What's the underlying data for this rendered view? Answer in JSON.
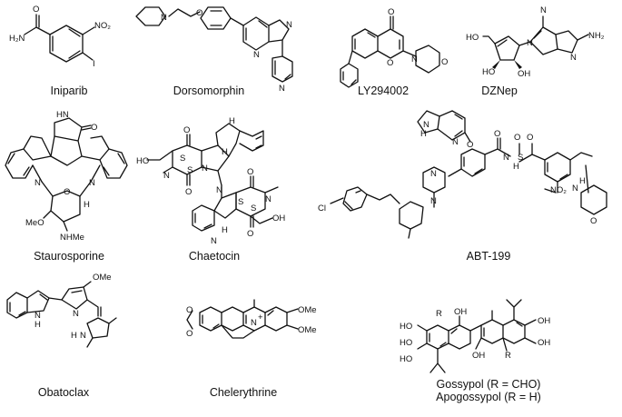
{
  "compounds": [
    {
      "name": "Iniparib",
      "atoms": [
        "H₂N",
        "O",
        "NO₂",
        "I"
      ]
    },
    {
      "name": "Dorsomorphin",
      "atoms": [
        "N",
        "O",
        "N",
        "N",
        "N"
      ]
    },
    {
      "name": "LY294002",
      "atoms": [
        "O",
        "O",
        "N",
        "O"
      ]
    },
    {
      "name": "DZNep",
      "atoms": [
        "HO",
        "N",
        "N",
        "NH₂",
        "N",
        "HO",
        "OH"
      ]
    },
    {
      "name": "Staurosporine",
      "atoms": [
        "HN",
        "O",
        "N",
        "N",
        "O",
        "H",
        "MeO",
        "NHMe"
      ]
    },
    {
      "name": "Chaetocin",
      "atoms": [
        "O",
        "HO",
        "N",
        "S",
        "S",
        "N",
        "H",
        "O",
        "H",
        "N",
        "O",
        "N",
        "S",
        "S",
        "N",
        "OH",
        "O",
        "H"
      ]
    },
    {
      "name": "ABT-199",
      "atoms": [
        "N",
        "H",
        "N",
        "O",
        "O",
        "O",
        "S",
        "O",
        "H",
        "N",
        "N",
        "N",
        "H",
        "Cl",
        "N",
        "NO₂",
        "O"
      ]
    },
    {
      "name": "Obatoclax",
      "atoms": [
        "OMe",
        "N",
        "H",
        "N",
        "N",
        "H"
      ]
    },
    {
      "name": "Chelerythrine",
      "atoms": [
        "O",
        "O",
        "N",
        "+",
        "OMe",
        "OMe"
      ]
    },
    {
      "name": "Gossypol  (R = CHO)",
      "name2": "Apogossypol (R = H)",
      "atoms": [
        "R",
        "OH",
        "HO",
        "HO",
        "HO",
        "OH",
        "OH",
        "OH",
        "R"
      ]
    }
  ]
}
